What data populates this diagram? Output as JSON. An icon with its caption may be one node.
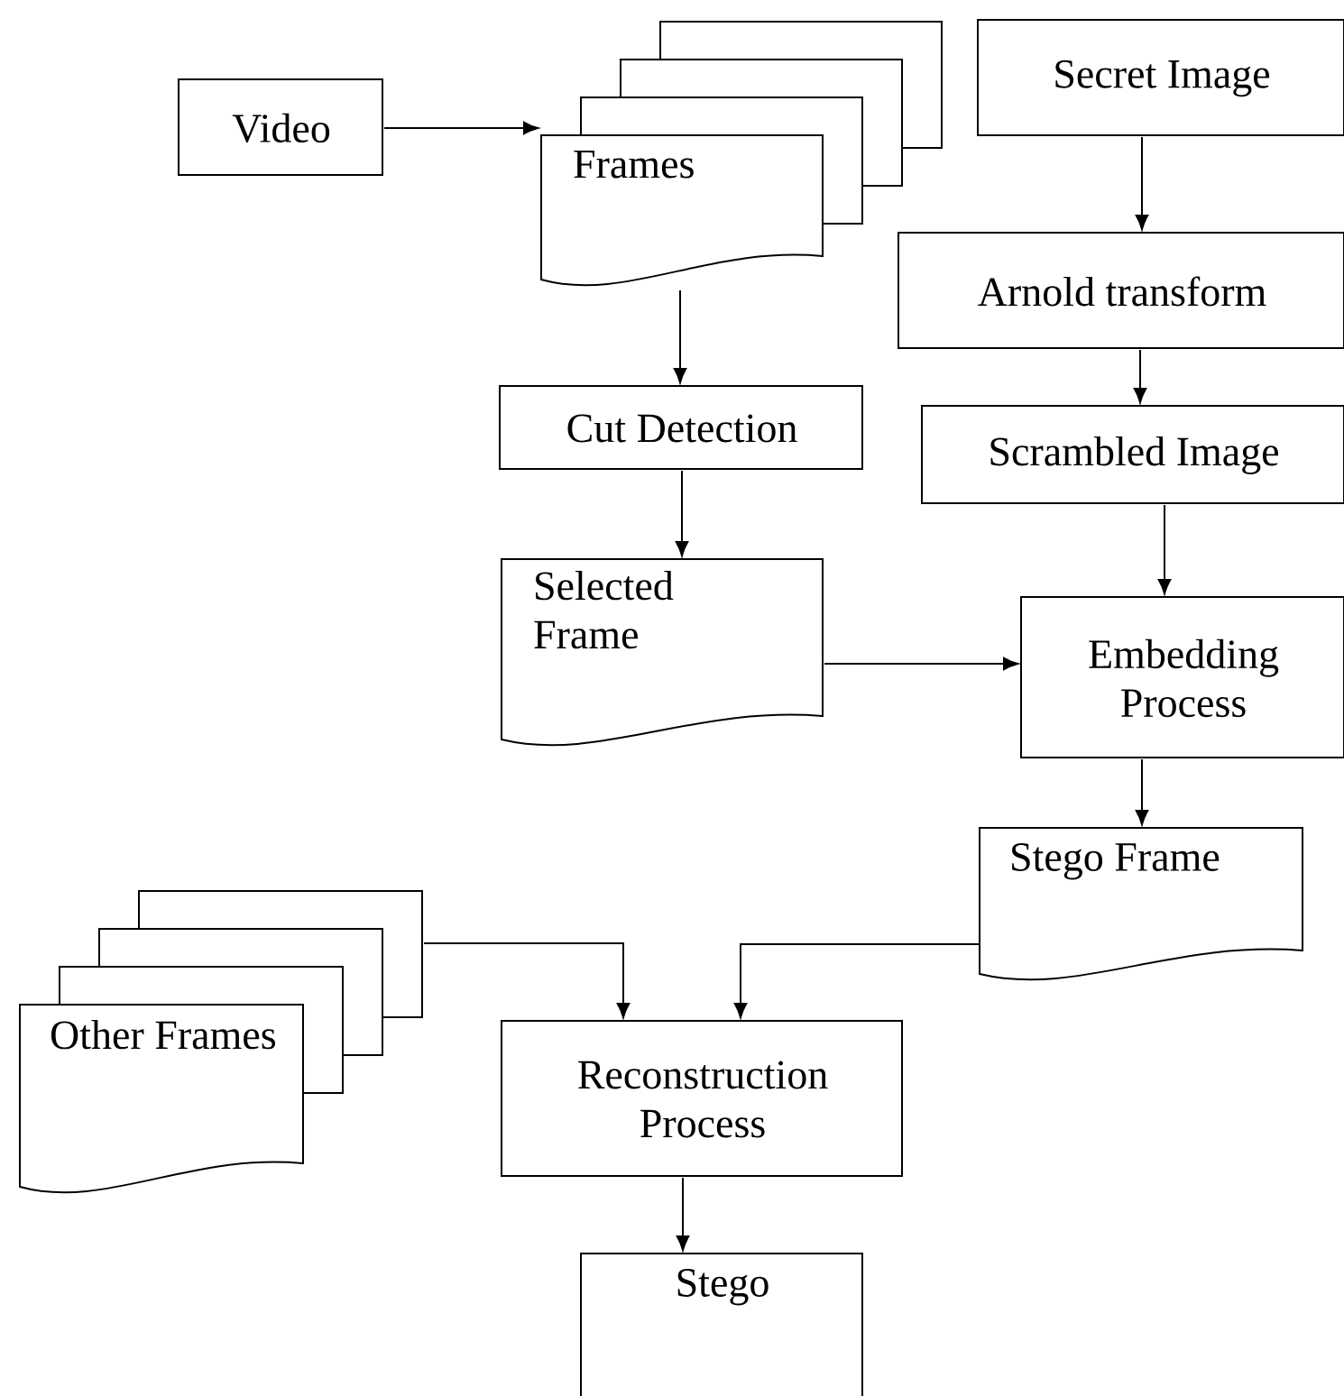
{
  "diagram": {
    "nodes": [
      {
        "text": [
          "Video"
        ]
      },
      {
        "text": [
          "Frames"
        ]
      },
      {
        "text": [
          "Secret Image"
        ]
      },
      {
        "text": [
          "Arnold transform"
        ]
      },
      {
        "text": [
          "Cut Detection"
        ]
      },
      {
        "text": [
          "Scrambled Image"
        ]
      },
      {
        "text": [
          "Selected Frame"
        ]
      },
      {
        "text": [
          "Embedding Process"
        ]
      },
      {
        "text": [
          "Stego Frame"
        ]
      },
      {
        "text": [
          "Other Frames"
        ]
      },
      {
        "text": [
          "Reconstruction Process"
        ]
      },
      {
        "text": [
          "Stego"
        ]
      }
    ],
    "edges": [
      {
        "from": 0,
        "to": 1,
        "arrow": "to"
      },
      {
        "from": 2,
        "to": 3,
        "arrow": "to"
      },
      {
        "from": 1,
        "to": 4,
        "arrow": "to"
      },
      {
        "from": 3,
        "to": 5,
        "arrow": "to"
      },
      {
        "from": 4,
        "to": 6,
        "arrow": "to"
      },
      {
        "from": 5,
        "to": 7,
        "arrow": "to"
      },
      {
        "from": 6,
        "to": 7,
        "arrow": "to"
      },
      {
        "from": 7,
        "to": 8,
        "arrow": "to"
      },
      {
        "from": 9,
        "to": 10,
        "arrow": "to"
      },
      {
        "from": 8,
        "to": 10,
        "arrow": "to"
      },
      {
        "from": 10,
        "to": 11,
        "arrow": "to"
      }
    ]
  }
}
